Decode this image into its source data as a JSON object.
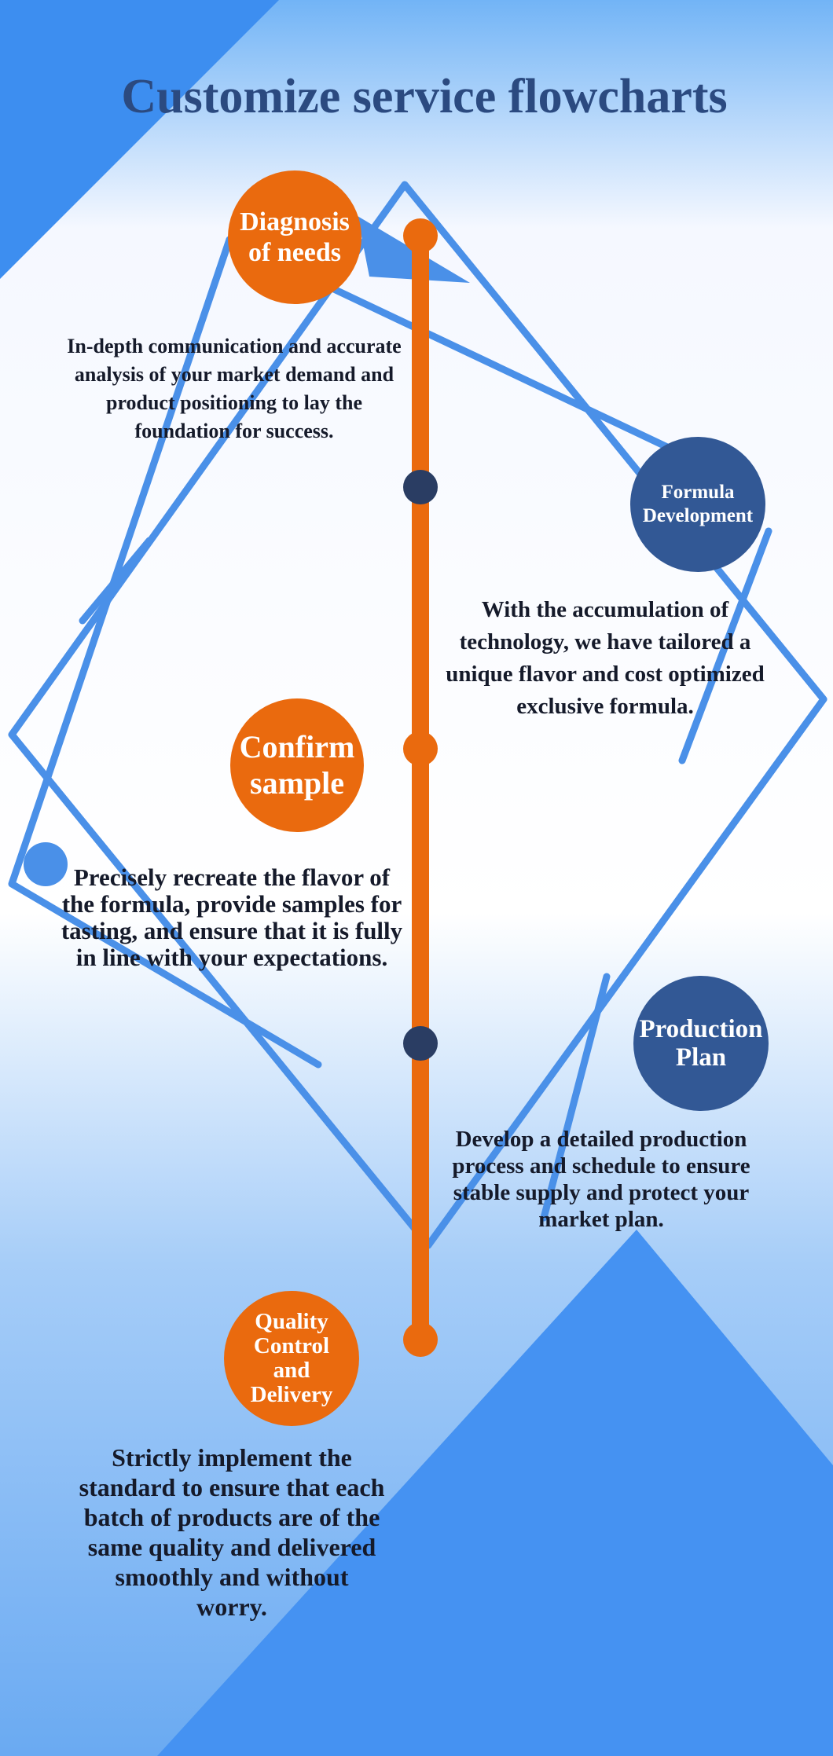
{
  "title": "Customize service flowcharts",
  "colors": {
    "accent_orange": "#ea6a0e",
    "navy_circle": "#325895",
    "timeline_dot_dark": "#2a3d63",
    "title_color": "#2b4a80",
    "line_blue": "#4a90e8"
  },
  "steps": [
    {
      "label": "Diagnosis of needs",
      "description": "In-depth communication and accurate analysis of your market demand and product positioning to lay the foundation for success."
    },
    {
      "label": "Formula Development",
      "description": "With the accumulation of technology, we have tailored a unique flavor and cost optimized exclusive formula."
    },
    {
      "label": "Confirm sample",
      "description": "Precisely recreate the flavor of the formula, provide samples for tasting, and ensure that it is fully in line with your expectations."
    },
    {
      "label": "Production Plan",
      "description": "Develop a detailed production process and schedule to ensure stable supply and protect your market plan."
    },
    {
      "label": "Quality Control and Delivery",
      "description": "Strictly implement the standard to ensure that each batch of products are of the same quality and delivered smoothly and without worry."
    }
  ]
}
